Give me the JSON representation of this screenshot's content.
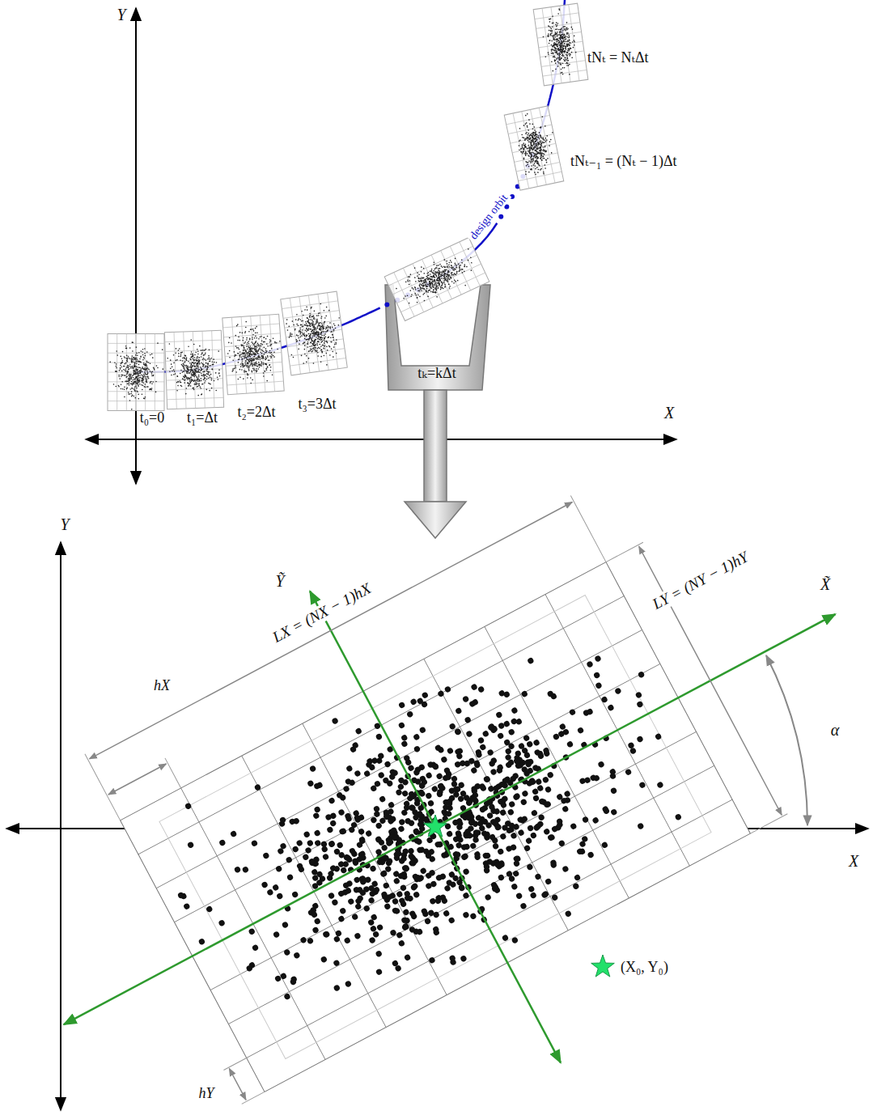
{
  "diagram": {
    "labels": [
      "Y",
      "X",
      "t₀=0",
      "t₁=Δt",
      "t₂=2Δt",
      "t₃=3Δt",
      "design orbit",
      "tₖ=kΔt",
      "tNₜ₋₁ = (Nₜ − 1)Δt",
      "tNₜ = NₜΔt",
      "Y",
      "Ỹ",
      "LX = (NX − 1)hX",
      "LY = (NY − 1)hY",
      "X̃",
      "hX",
      "α",
      "X",
      "(X₀, Y₀)",
      "hY"
    ]
  }
}
